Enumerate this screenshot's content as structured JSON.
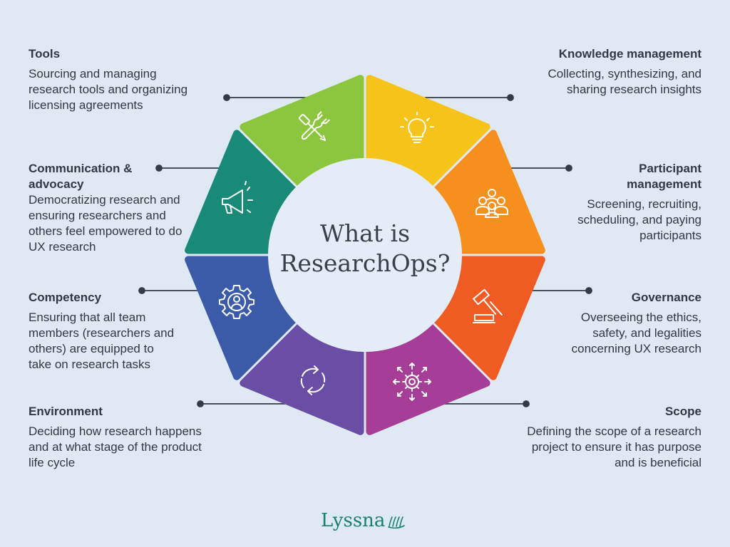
{
  "center_title": {
    "line1": "What is",
    "line2": "ResearchOps?"
  },
  "brand": {
    "name": "Lyssna",
    "color": "#17806e"
  },
  "segments": [
    {
      "key": "knowledge",
      "title": "Knowledge management",
      "description": "Collecting, synthesizing, and sharing research insights",
      "color": "#f6c31a",
      "icon": "lightbulb-icon"
    },
    {
      "key": "participant",
      "title": "Participant management",
      "description": "Screening, recruiting, scheduling, and paying participants",
      "color": "#f5901f",
      "icon": "people-group-icon"
    },
    {
      "key": "governance",
      "title": "Governance",
      "description": "Overseeing the ethics, safety, and legalities concerning UX research",
      "color": "#f05a23",
      "icon": "gavel-icon"
    },
    {
      "key": "scope",
      "title": "Scope",
      "description": "Defining the scope of a research project to ensure it has purpose and is beneficial",
      "color": "#a63d97",
      "icon": "gear-arrows-icon"
    },
    {
      "key": "environment",
      "title": "Environment",
      "description": "Deciding how research happens and at what stage of the product life cycle",
      "color": "#6a4ea6",
      "icon": "cycle-arrows-icon"
    },
    {
      "key": "competency",
      "title": "Competency",
      "description": "Ensuring that all team members (researchers and others) are equipped to take on research tasks",
      "color": "#3b5ba9",
      "icon": "gear-person-icon"
    },
    {
      "key": "communication",
      "title": "Communication & advocacy",
      "description": "Democratizing research and ensuring researchers and others feel empowered to do UX research",
      "color": "#1a8a78",
      "icon": "megaphone-icon"
    },
    {
      "key": "tools",
      "title": "Tools",
      "description": "Sourcing and managing research tools and organizing licensing agreements",
      "color": "#8cc63f",
      "icon": "wrench-screwdriver-icon"
    }
  ]
}
